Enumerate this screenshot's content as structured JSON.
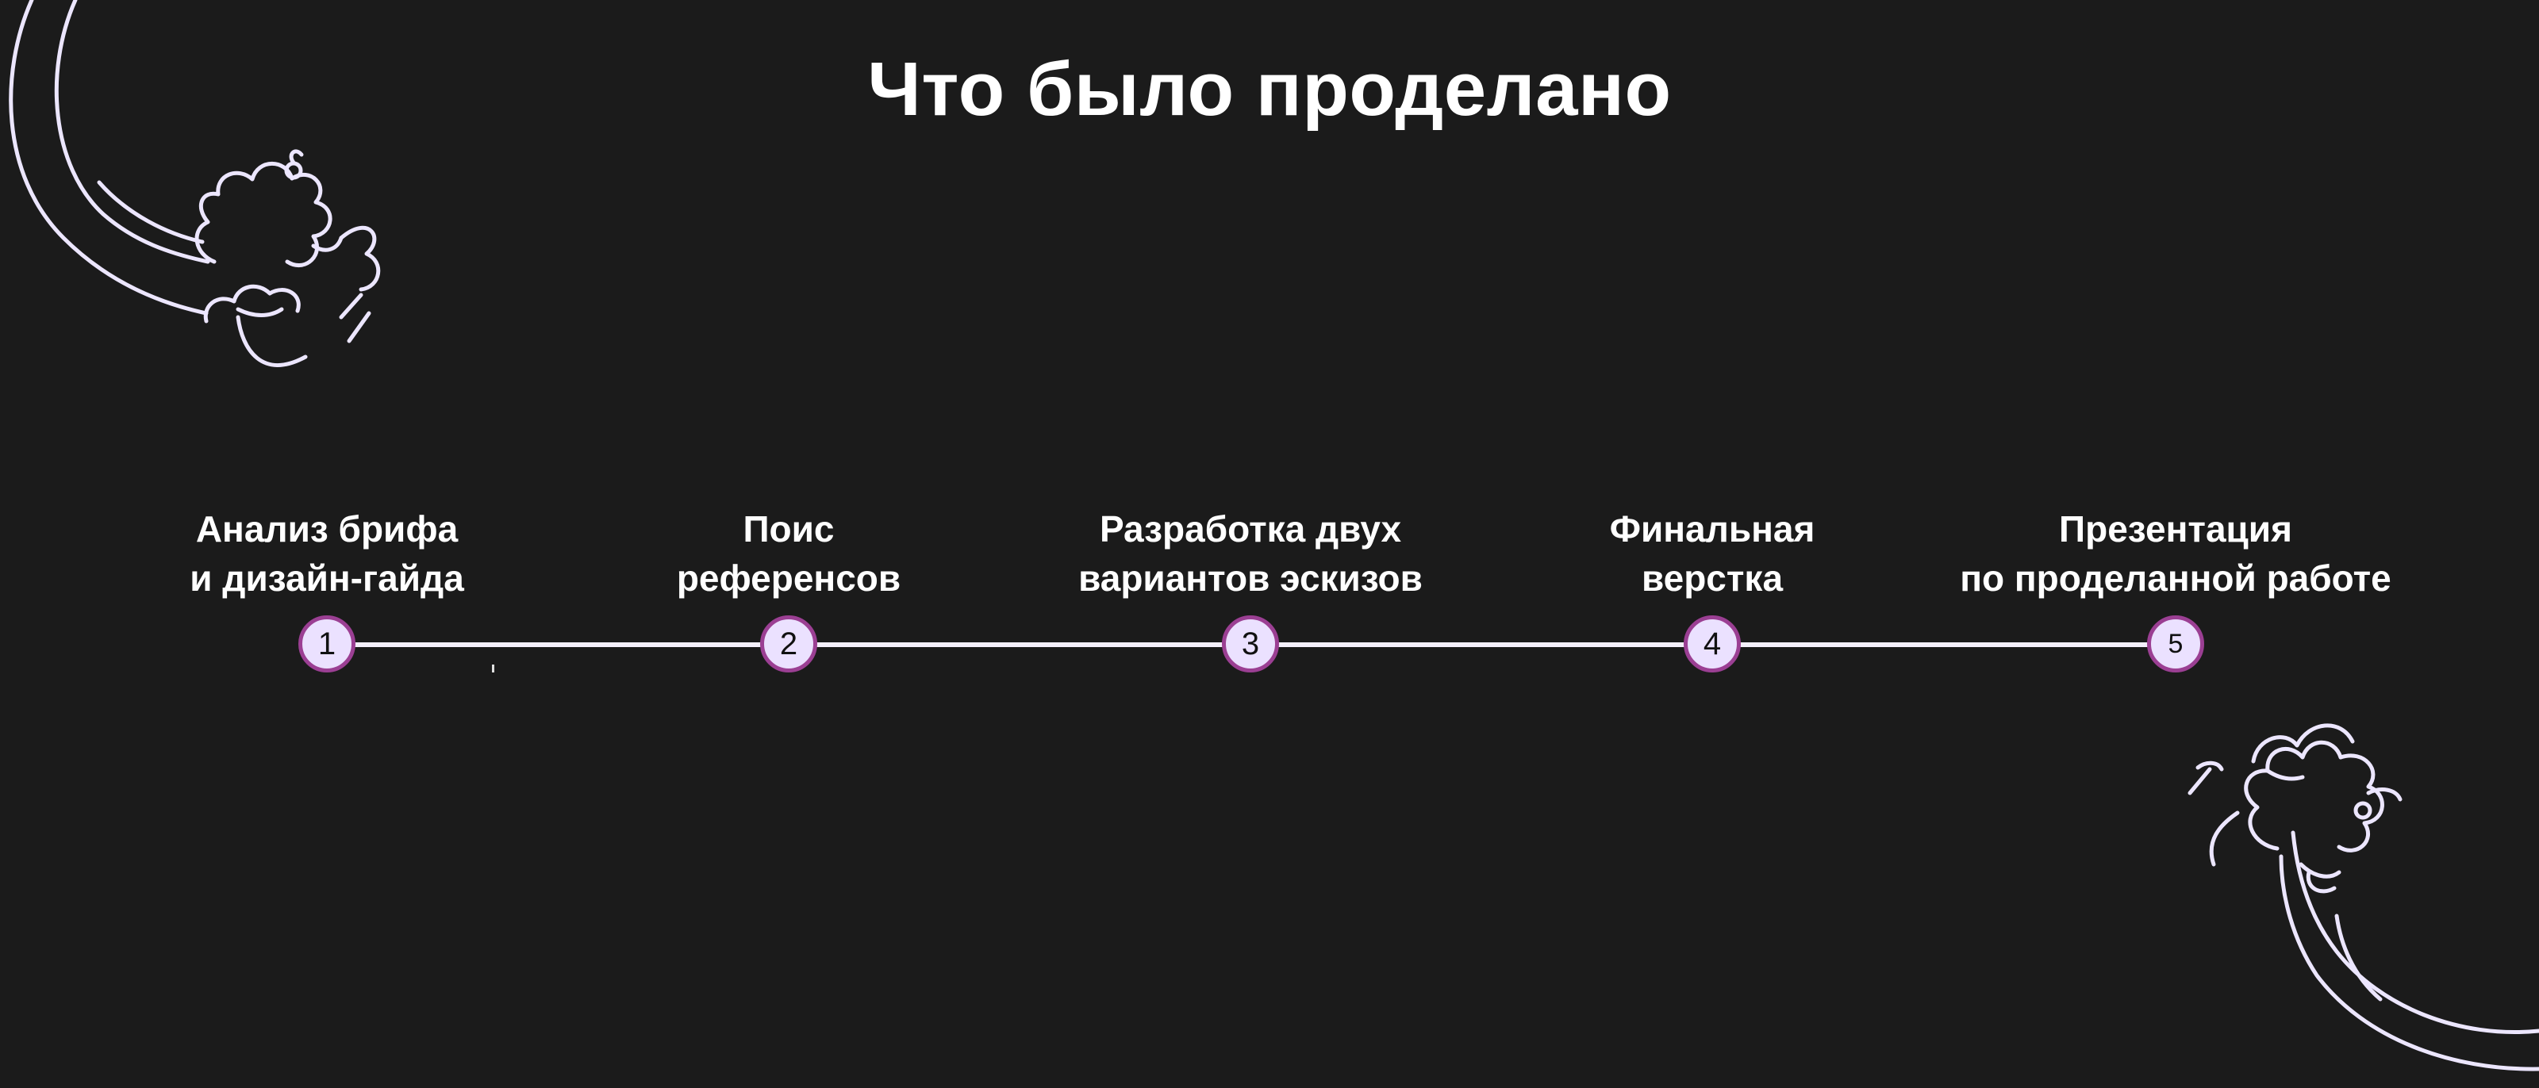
{
  "slide": {
    "title": "Что было проделано"
  },
  "timeline": {
    "steps": [
      {
        "number": "1",
        "label": "Анализ брифа\nи дизайн-гайда"
      },
      {
        "number": "2",
        "label": "Поис\nреференсов"
      },
      {
        "number": "3",
        "label": "Разработка двух\nвариантов эскизов"
      },
      {
        "number": "4",
        "label": "Финальная\nверстка"
      },
      {
        "number": "5",
        "label": "Презентация\nпо проделанной работе"
      }
    ]
  },
  "colors": {
    "background": "#1b1b1b",
    "text": "#ffffff",
    "line": "#f4f0fb",
    "node_fill": "#ebe1ff",
    "node_border": "#9b3f93",
    "doodle_stroke": "#ece6ff"
  },
  "icons": {
    "top_left": "comet-cloud-doodle",
    "bottom_right": "comet-cloud-doodle"
  }
}
